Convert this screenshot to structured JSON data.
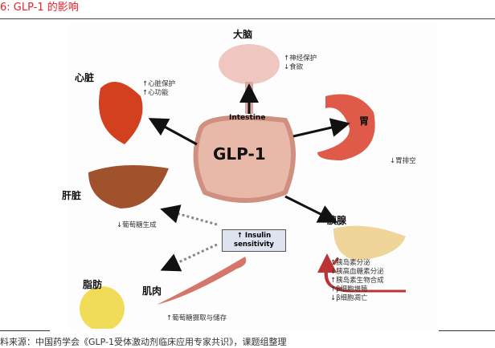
{
  "title": "6:   GLP-1 的影响",
  "figure": {
    "center": "GLP-1",
    "intestine": "Intestine",
    "brain": {
      "label": "大脑",
      "effects": [
        "↑神经保护",
        "↓食欲"
      ]
    },
    "heart": {
      "label": "心脏",
      "effects": [
        "↑心脏保护",
        "↑心功能"
      ]
    },
    "stomach": {
      "label": "胃",
      "effects": [
        "↓胃排空"
      ]
    },
    "liver": {
      "label": "肝脏",
      "effects": [
        "↓葡萄糖生成"
      ]
    },
    "pancreas": {
      "label": "胰腺",
      "effects": [
        "↑胰岛素分泌",
        "↓胰高血糖素分泌",
        "↑胰岛素生物合成",
        "↑β细胞增殖",
        "↓β细胞凋亡"
      ]
    },
    "fat": {
      "label": "脂肪"
    },
    "muscle": {
      "label": "肌肉",
      "effects": [
        "↑葡萄糖摄取与储存"
      ]
    },
    "insulin": "↑ Insulin sensitivity"
  },
  "footer": "料来源：中国药学会《GLP-1受体激动剂临床应用专家共识》，课题组整理"
}
